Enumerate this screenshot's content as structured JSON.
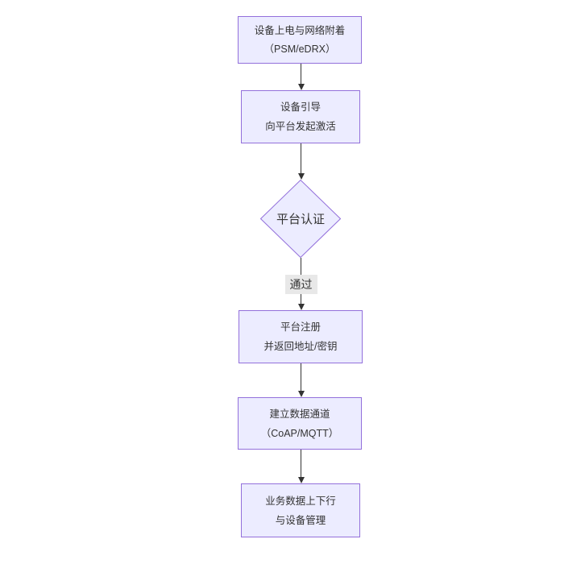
{
  "diagram": {
    "type": "flowchart",
    "direction": "top-down",
    "colors": {
      "node_fill": "#ECECFF",
      "node_border": "#9370DB",
      "text": "#333333",
      "edge": "#333333",
      "edge_label_bg": "#e8e8e8"
    },
    "nodes": [
      {
        "id": "n1",
        "shape": "rect",
        "lines": [
          "设备上电与网络附着",
          "（PSM/eDRX）"
        ]
      },
      {
        "id": "n2",
        "shape": "rect",
        "lines": [
          "设备引导",
          "向平台发起激活"
        ]
      },
      {
        "id": "n3",
        "shape": "diamond",
        "lines": [
          "平台认证"
        ]
      },
      {
        "id": "n4",
        "shape": "rect",
        "lines": [
          "平台注册",
          "并返回地址/密钥"
        ]
      },
      {
        "id": "n5",
        "shape": "rect",
        "lines": [
          "建立数据通道",
          "（CoAP/MQTT）"
        ]
      },
      {
        "id": "n6",
        "shape": "rect",
        "lines": [
          "业务数据上下行",
          "与设备管理"
        ]
      }
    ],
    "edges": [
      {
        "from": "n1",
        "to": "n2",
        "label": ""
      },
      {
        "from": "n2",
        "to": "n3",
        "label": ""
      },
      {
        "from": "n3",
        "to": "n4",
        "label": "通过"
      },
      {
        "from": "n4",
        "to": "n5",
        "label": ""
      },
      {
        "from": "n5",
        "to": "n6",
        "label": ""
      }
    ]
  }
}
